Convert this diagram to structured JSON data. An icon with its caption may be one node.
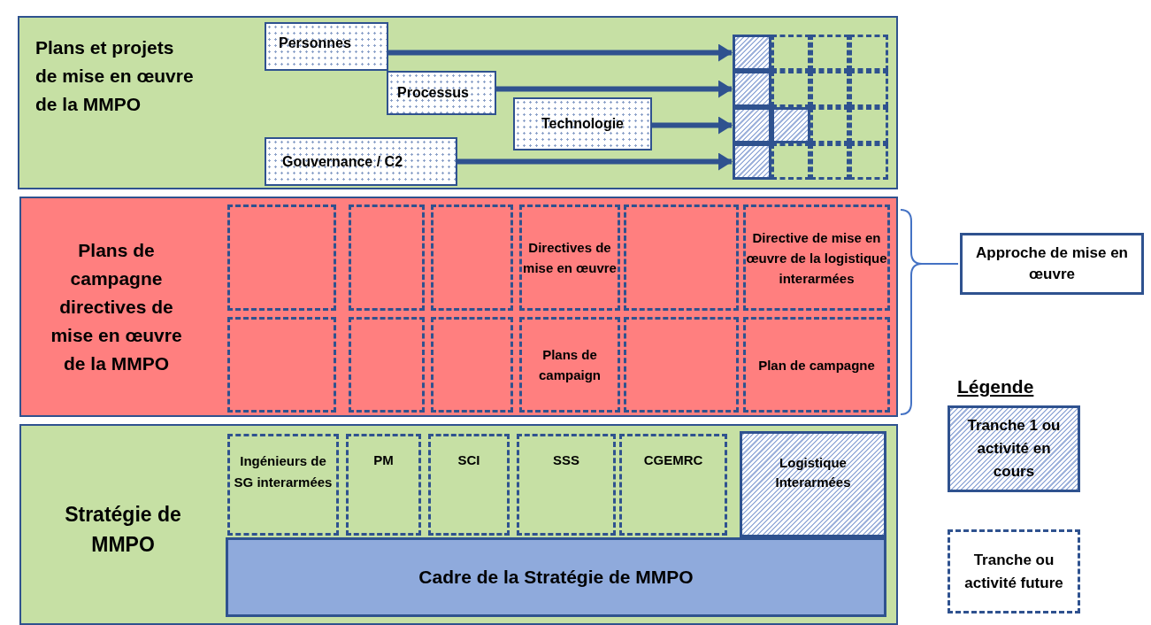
{
  "diagram": {
    "nodes": [
      {
        "text": [
          "Plans et projets de mise en œuvre de la MMPO"
        ]
      },
      {
        "text": [
          "Personnes"
        ],
        "in": 0
      },
      {
        "text": [
          "Processus"
        ],
        "in": 0
      },
      {
        "text": [
          "Technologie"
        ],
        "in": 0
      },
      {
        "text": [
          "Gouvernance / C2"
        ],
        "in": 0
      },
      {
        "text": [],
        "shape": "box",
        "in": 0
      },
      {
        "text": [],
        "shape": "box",
        "in": 0
      },
      {
        "text": [],
        "shape": "box",
        "in": 0
      },
      {
        "text": [],
        "shape": "box",
        "in": 0
      },
      {
        "text": [],
        "shape": "box",
        "in": 0
      },
      {
        "text": [],
        "shape": "box",
        "in": 0
      },
      {
        "text": [],
        "shape": "box",
        "in": 0
      },
      {
        "text": [],
        "shape": "box",
        "in": 0
      },
      {
        "text": [],
        "shape": "box",
        "in": 0
      },
      {
        "text": [],
        "shape": "box",
        "in": 0
      },
      {
        "text": [],
        "shape": "box",
        "in": 0
      },
      {
        "text": [],
        "shape": "box",
        "in": 0
      },
      {
        "text": [],
        "shape": "box",
        "in": 0
      },
      {
        "text": [],
        "shape": "box",
        "in": 0
      },
      {
        "text": [],
        "shape": "box",
        "in": 0
      },
      {
        "text": [],
        "shape": "box",
        "in": 0
      },
      {
        "text": [
          "Plans de campagne directives de mise en œuvre de la MMPO"
        ]
      },
      {
        "text": [],
        "shape": "box",
        "in": 21
      },
      {
        "text": [],
        "shape": "box",
        "in": 21
      },
      {
        "text": [],
        "shape": "box",
        "in": 21
      },
      {
        "text": [
          "Directives de mise en œuvre"
        ],
        "in": 21
      },
      {
        "text": [],
        "shape": "box",
        "in": 21
      },
      {
        "text": [
          "Directive de mise en œuvre de la logistique interarmées"
        ],
        "in": 21
      },
      {
        "text": [],
        "shape": "box",
        "in": 21
      },
      {
        "text": [],
        "shape": "box",
        "in": 21
      },
      {
        "text": [],
        "shape": "box",
        "in": 21
      },
      {
        "text": [
          "Plans de campaign"
        ],
        "in": 21
      },
      {
        "text": [],
        "shape": "box",
        "in": 21
      },
      {
        "text": [
          "Plan de campagne"
        ],
        "in": 21
      },
      {
        "text": [
          "Stratégie de MMPO"
        ]
      },
      {
        "text": [
          "Ingénieurs de SG interarmées"
        ],
        "in": 34
      },
      {
        "text": [
          "PM"
        ],
        "in": 34
      },
      {
        "text": [
          "SCI"
        ],
        "in": 34
      },
      {
        "text": [
          "SSS"
        ],
        "in": 34
      },
      {
        "text": [
          "CGEMRC"
        ],
        "in": 34
      },
      {
        "text": [
          "Logistique Interarmées"
        ],
        "in": 34
      },
      {
        "text": [
          "Cadre de la Stratégie de MMPO"
        ],
        "in": 34
      },
      {
        "text": [
          "Approche de mise en œuvre"
        ]
      }
    ],
    "edges": [
      {
        "from": 1,
        "to": 5,
        "arrow": "to"
      },
      {
        "from": 2,
        "to": 9,
        "arrow": "to"
      },
      {
        "from": 3,
        "to": 13,
        "arrow": "to"
      },
      {
        "from": 4,
        "to": 17,
        "arrow": "to"
      }
    ],
    "labels": [
      "Légende"
    ],
    "legend": [
      {
        "text": "Tranche 1 ou activité en cours"
      },
      {
        "text": "Tranche ou activité future"
      }
    ]
  }
}
